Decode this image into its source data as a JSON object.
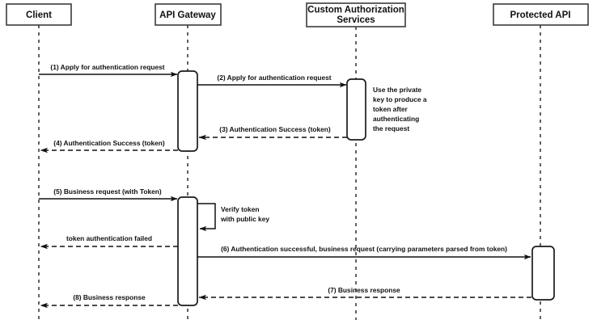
{
  "diagram": {
    "title": "API Gateway token authentication sequence",
    "type": "sequence-diagram",
    "colors": {
      "background": "#ffffff",
      "stroke": "#111111",
      "actor_border": "#3b3b3b",
      "text": "#111111"
    }
  },
  "actors": [
    {
      "id": "client",
      "label": "Client"
    },
    {
      "id": "gateway",
      "label": "API Gateway"
    },
    {
      "id": "authsvc",
      "label": "Custom Authorization\nServices",
      "line1": "Custom Authorization",
      "line2": "Services"
    },
    {
      "id": "protected",
      "label": "Protected API"
    }
  ],
  "messages": [
    {
      "seq": "1",
      "label": "(1) Apply for authentication request",
      "from": "client",
      "to": "gateway",
      "style": "solid"
    },
    {
      "seq": "2",
      "label": "(2) Apply for authentication request",
      "from": "gateway",
      "to": "authsvc",
      "style": "solid"
    },
    {
      "seq": "3",
      "label": "(3) Authentication Success (token)",
      "from": "authsvc",
      "to": "gateway",
      "style": "dashed"
    },
    {
      "seq": "4",
      "label": "(4) Authentication Success (token)",
      "from": "gateway",
      "to": "client",
      "style": "dashed"
    },
    {
      "seq": "5",
      "label": "(5) Business request (with Token)",
      "from": "client",
      "to": "gateway",
      "style": "solid"
    },
    {
      "seq": "",
      "label": "token authentication failed",
      "from": "gateway",
      "to": "client",
      "style": "dashed"
    },
    {
      "seq": "6",
      "label": "(6) Authentication successful, business request (carrying parameters parsed from token)",
      "from": "gateway",
      "to": "protected",
      "style": "solid"
    },
    {
      "seq": "7",
      "label": "(7) Business response",
      "from": "protected",
      "to": "gateway",
      "style": "dashed"
    },
    {
      "seq": "8",
      "label": "(8) Business response",
      "from": "gateway",
      "to": "client",
      "style": "dashed"
    }
  ],
  "notes": [
    {
      "id": "private-key-note",
      "owner": "authsvc",
      "text": "Use the private key to produce a token after authenticating the request",
      "lines": [
        "Use the private",
        "key to produce a",
        "token after",
        "authenticating",
        "the request"
      ]
    }
  ],
  "self_messages": [
    {
      "id": "verify-token",
      "owner": "gateway",
      "text": "Verify token with public key",
      "lines": [
        "Verify token",
        "with public key"
      ]
    }
  ]
}
